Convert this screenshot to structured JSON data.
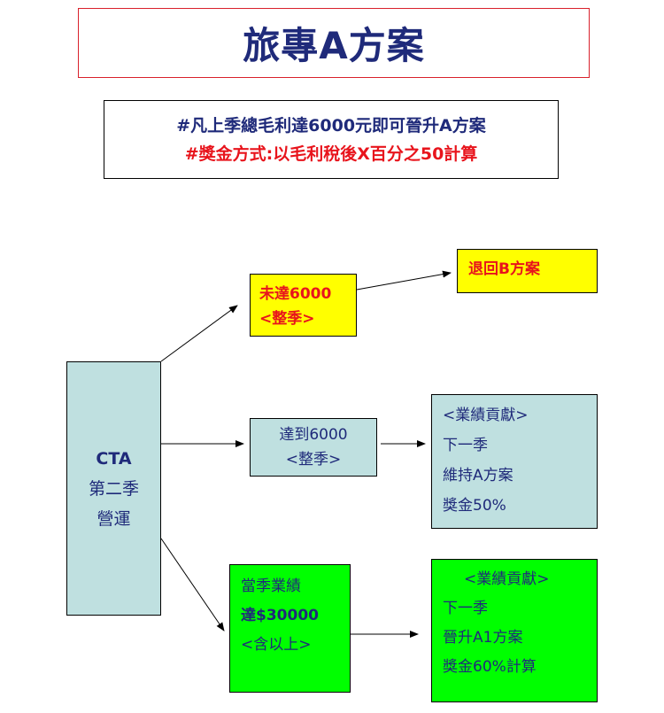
{
  "title": "旅專A方案",
  "rules": {
    "line1": "#凡上季總毛利達6000元即可晉升A方案",
    "line2": "#獎金方式:以毛利稅後X百分之50計算"
  },
  "cta": {
    "line1": "CTA",
    "line2": "第二季",
    "line3": "營運"
  },
  "not_reached": {
    "line1": "未達6000",
    "line2": "<整季>"
  },
  "fallback": {
    "line1": "退回B方案"
  },
  "reached": {
    "line1": "達到6000",
    "line2": "<整季>"
  },
  "reached_result": {
    "line1": "<業績貢獻>",
    "line2": "下一季",
    "line3": "維持A方案",
    "line4": "獎金50%"
  },
  "high_perf": {
    "line1": "當季業績",
    "line2": "達$30000",
    "line3": "<含以上>"
  },
  "high_result": {
    "line1": "<業績貢獻>",
    "line2": "下一季",
    "line3": "晉升A1方案",
    "line4": "獎金60%計算"
  },
  "colors": {
    "title_text": "#1f2a7a",
    "title_border": "#d9212b",
    "red_text": "#e8141c",
    "cyan_fill": "#bfe0e0",
    "yellow_fill": "#ffff00",
    "green_fill": "#00ff00"
  }
}
